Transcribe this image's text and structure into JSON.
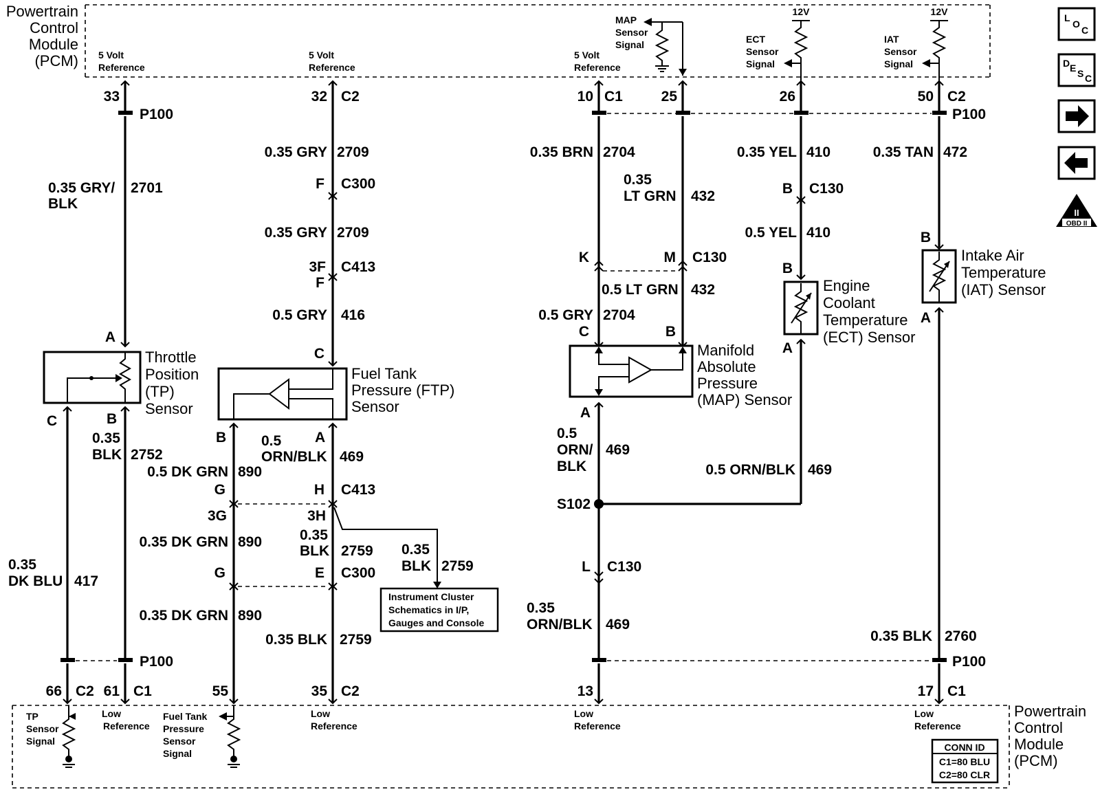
{
  "pcm": {
    "title_top": [
      "Powertrain",
      "Control",
      "Module",
      "(PCM)"
    ],
    "title_bottom": [
      "Powertrain",
      "Control",
      "Module",
      "(PCM)"
    ],
    "five_volt_ref": [
      "5 Volt",
      "Reference"
    ],
    "low_ref": [
      "Low",
      "Reference"
    ],
    "map_signal": [
      "MAP",
      "Sensor",
      "Signal"
    ],
    "ect_signal": [
      "ECT",
      "Sensor",
      "Signal"
    ],
    "iat_signal": [
      "IAT",
      "Sensor",
      "Signal"
    ],
    "tp_signal": [
      "TP",
      "Sensor",
      "Signal"
    ],
    "ftp_signal": [
      "Fuel Tank",
      "Pressure",
      "Sensor",
      "Signal"
    ],
    "volt_12": "12V",
    "conn_id": {
      "title": "CONN ID",
      "c1": "C1=80 BLU",
      "c2": "C2=80 CLR"
    }
  },
  "pins_top": {
    "p33": "33",
    "p32": "32",
    "c2a": "C2",
    "p10": "10",
    "c1a": "C1",
    "p25": "25",
    "p26": "26",
    "p50": "50",
    "c2b": "C2",
    "p100a": "P100",
    "p100b": "P100"
  },
  "pins_bottom": {
    "p66": "66",
    "c2c": "C2",
    "p61": "61",
    "c1c": "C1",
    "p55": "55",
    "p35": "35",
    "c2d": "C2",
    "p13": "13",
    "p17": "17",
    "c1d": "C1",
    "p100c": "P100",
    "p100d": "P100"
  },
  "wires": {
    "w2701": [
      "0.35 GRY/",
      "BLK"
    ],
    "c2701": "2701",
    "w2709a": "0.35 GRY",
    "c2709a": "2709",
    "w2709b": "0.35 GRY",
    "c2709b": "2709",
    "w416": "0.5 GRY",
    "c416": "416",
    "w2704a": "0.35 BRN",
    "c2704a": "2704",
    "w432a": [
      "0.35",
      "LT GRN"
    ],
    "c432a": "432",
    "w432b": "0.5 LT GRN",
    "c432b": "432",
    "w2704b": "0.5 GRY",
    "c2704b": "2704",
    "w410a": "0.35 YEL",
    "c410a": "410",
    "w410b": "0.5 YEL",
    "c410b": "410",
    "w472": "0.35 TAN",
    "c472": "472",
    "w2752": [
      "0.35",
      "BLK"
    ],
    "c2752": "2752",
    "w417": [
      "0.35",
      "DK BLU"
    ],
    "c417": "417",
    "w890a": "0.5 DK GRN",
    "c890a": "890",
    "w890b": "0.35 DK GRN",
    "c890b": "890",
    "w890c": "0.35 DK GRN",
    "c890c": "890",
    "w469a": [
      "0.5",
      "ORN/BLK"
    ],
    "c469a": "469",
    "w2759a": [
      "0.35",
      "BLK"
    ],
    "c2759a": "2759",
    "w2759b": [
      "0.35",
      "BLK"
    ],
    "c2759b": "2759",
    "w2759c": "0.35 BLK",
    "c2759c": "2759",
    "w469b": [
      "0.5",
      "ORN/",
      "BLK"
    ],
    "c469b": "469",
    "w469c": "0.5 ORN/BLK",
    "c469c": "469",
    "w469d": [
      "0.35",
      "ORN/BLK"
    ],
    "c469d": "469",
    "w2760": "0.35 BLK",
    "c2760": "2760"
  },
  "connectors": {
    "F": "F",
    "C300": "C300",
    "3F": "3F",
    "C413": "C413",
    "B": "B",
    "C130": "C130",
    "K": "K",
    "M": "M",
    "G": "G",
    "H": "H",
    "3G": "3G",
    "3H": "3H",
    "E": "E",
    "L": "L",
    "S102": "S102"
  },
  "components": {
    "tp": {
      "name": [
        "Throttle",
        "Position",
        "(TP)",
        "Sensor"
      ],
      "pinA": "A",
      "pinB": "B",
      "pinC": "C"
    },
    "ftp": {
      "name": [
        "Fuel Tank",
        "Pressure (FTP)",
        "Sensor"
      ],
      "pinA": "A",
      "pinB": "B",
      "pinC": "C"
    },
    "map": {
      "name": [
        "Manifold",
        "Absolute",
        "Pressure",
        "(MAP) Sensor"
      ],
      "pinA": "A",
      "pinB": "B",
      "pinC": "C"
    },
    "ect": {
      "name": [
        "Engine",
        "Coolant",
        "Temperature",
        "(ECT) Sensor"
      ],
      "pinA": "A",
      "pinB": "B"
    },
    "iat": {
      "name": [
        "Intake Air",
        "Temperature",
        "(IAT) Sensor"
      ],
      "pinA": "A",
      "pinB": "B"
    }
  },
  "cluster_ref": [
    "Instrument Cluster",
    "Schematics in I/P,",
    "Gauges and Console"
  ],
  "nav": {
    "loc": [
      "L",
      "O",
      "C"
    ],
    "desc": [
      "D",
      "E",
      "S",
      "C"
    ],
    "next_glyph": "➡",
    "prev_glyph": "⬅",
    "obd": "OBD II",
    "obd_mark": "II"
  }
}
